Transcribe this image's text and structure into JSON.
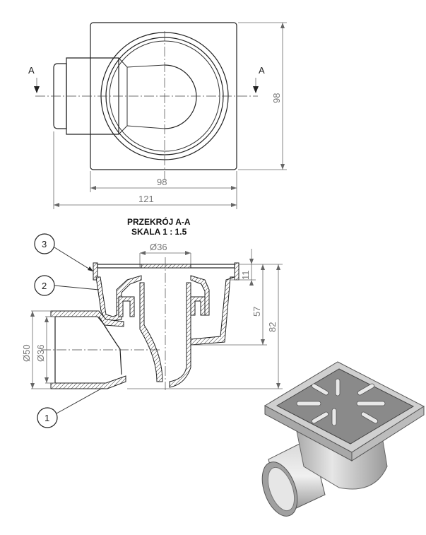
{
  "top_view": {
    "section_marker_left": "A",
    "section_marker_right": "A",
    "dim_width_inner": "98",
    "dim_width_total": "121",
    "dim_height": "98"
  },
  "section": {
    "title_line1": "PRZEKRÓJ A-A",
    "title_line2": "SKALA 1 : 1.5",
    "dim_top_diameter": "Ø36",
    "dim_outer_diameter": "Ø50",
    "dim_inner_diameter": "Ø36",
    "dim_grate_height": "11",
    "dim_body_height": "57",
    "dim_total_height": "82",
    "callouts": [
      "1",
      "2",
      "3"
    ]
  },
  "colors": {
    "line": "#222222",
    "dimension": "#777777",
    "render_top": "#8a8a8a",
    "render_body": "#cfcfcf"
  }
}
